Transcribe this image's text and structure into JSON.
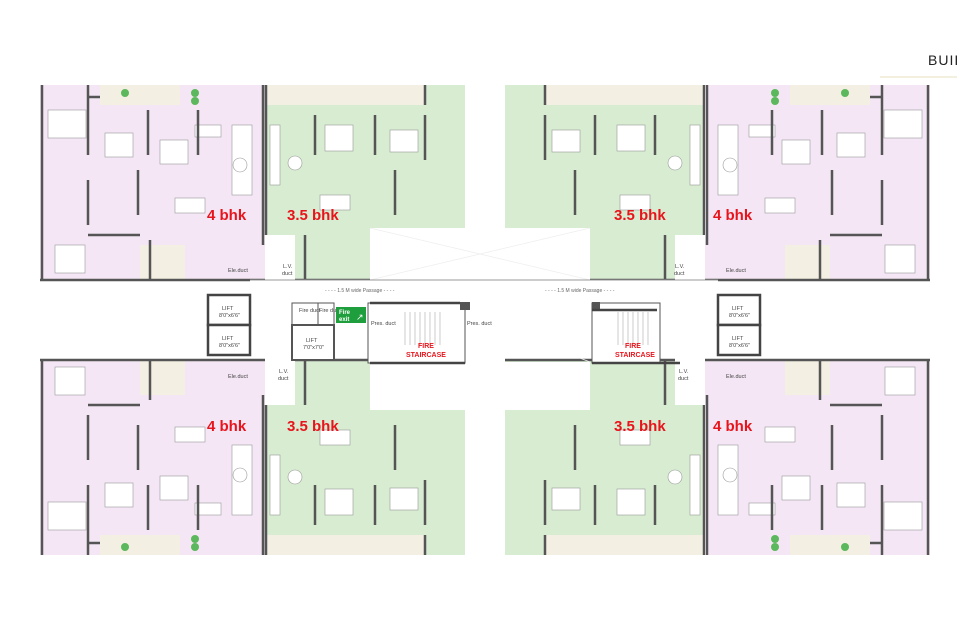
{
  "title": "BUII",
  "colors": {
    "four_bhk": "#f4e6f5",
    "three_half_bhk": "#d7ecd1",
    "label": "#e8141b",
    "wall": "#555555",
    "fire_exit": "#1e9e3c"
  },
  "units": {
    "top_left_4": "4 bhk",
    "top_left_35": "3.5 bhk",
    "top_right_35": "3.5 bhk",
    "top_right_4": "4 bhk",
    "bottom_left_4": "4 bhk",
    "bottom_left_35": "3.5 bhk",
    "bottom_right_35": "3.5 bhk",
    "bottom_right_4": "4 bhk"
  },
  "core": {
    "passage_left": "- - - - 1.5 M wide Passage - - - -",
    "passage_right": "- - - - 1.5 M wide Passage - - - -",
    "lift": "LIFT",
    "lift_size": "8'0\"x6'6\"",
    "lift_small_size": "7'0\"x7'0\"",
    "fire_duct": "Fire duct",
    "fire_exit_1": "Fire",
    "fire_exit_2": "exit",
    "press_duct": "Pres. duct",
    "fire_staircase_1": "FIRE",
    "fire_staircase_2": "STAIRCASE",
    "ele_duct": "Ele.duct",
    "lv_duct_1": "L.V.",
    "lv_duct_2": "duct"
  }
}
